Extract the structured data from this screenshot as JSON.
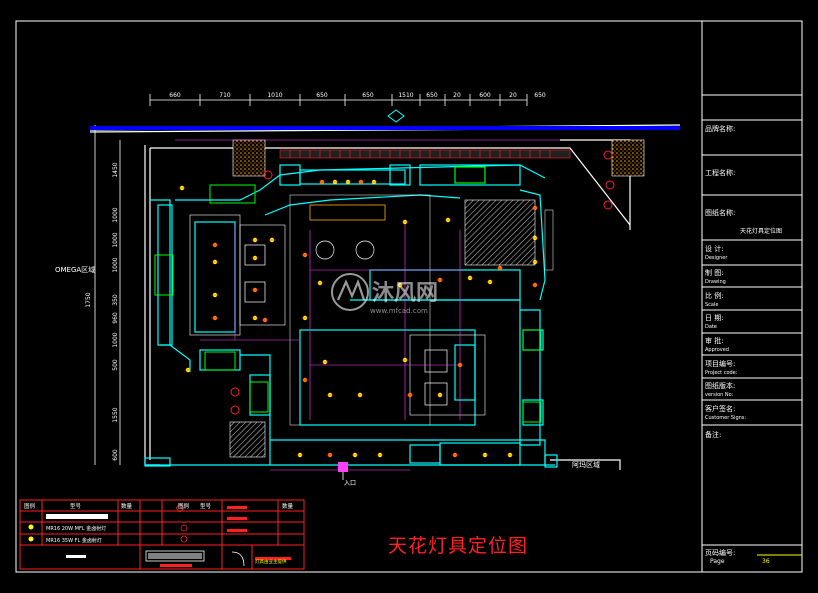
{
  "drawing_title": "天花灯具定位图",
  "watermark": {
    "brand": "沐风网",
    "url": "www.mfcad.com"
  },
  "labels": {
    "omega_zone": "OMEGA区域",
    "bottom_zone": "阿玛区域",
    "entrance": "入口"
  },
  "top_dimensions": [
    "660",
    "710",
    "1010",
    "650",
    "650",
    "1510",
    "650",
    "20",
    "600",
    "20",
    "650"
  ],
  "left_dimensions": [
    "1450",
    "1000",
    "1000",
    "1000",
    "350",
    "960",
    "1000",
    "500",
    "1550",
    "600",
    "1750"
  ],
  "legend": {
    "headers": [
      "图例",
      "型号",
      "数量"
    ],
    "rows": [
      {
        "model": "MR16 20W MFL 金卤射灯"
      },
      {
        "model": "MR16 35W FL 金卤射灯"
      }
    ],
    "note": "灯具由业主提供"
  },
  "title_block": {
    "project_name": "品牌名称:",
    "job_name": "工程名称:",
    "drawing_name": "图纸名称:",
    "drawing_value": "天花灯具定位图",
    "designer_cn": "设 计:",
    "designer_en": "Designer",
    "drawn_cn": "制 图:",
    "drawn_en": "Drawing",
    "scale_cn": "比 例:",
    "scale_en": "Scale",
    "date_cn": "日 期:",
    "date_en": "Date",
    "approve_cn": "审 批:",
    "approve_en": "Approved",
    "code_cn": "项目编号:",
    "code_en": "Project code:",
    "version_cn": "图纸版本:",
    "version_en": "version No:",
    "customer_cn": "客户签名:",
    "customer_en": "Customer Signs:",
    "remark_cn": "备注:",
    "page_cn": "页码编号:",
    "page_en": "Page",
    "page_no": "36"
  }
}
